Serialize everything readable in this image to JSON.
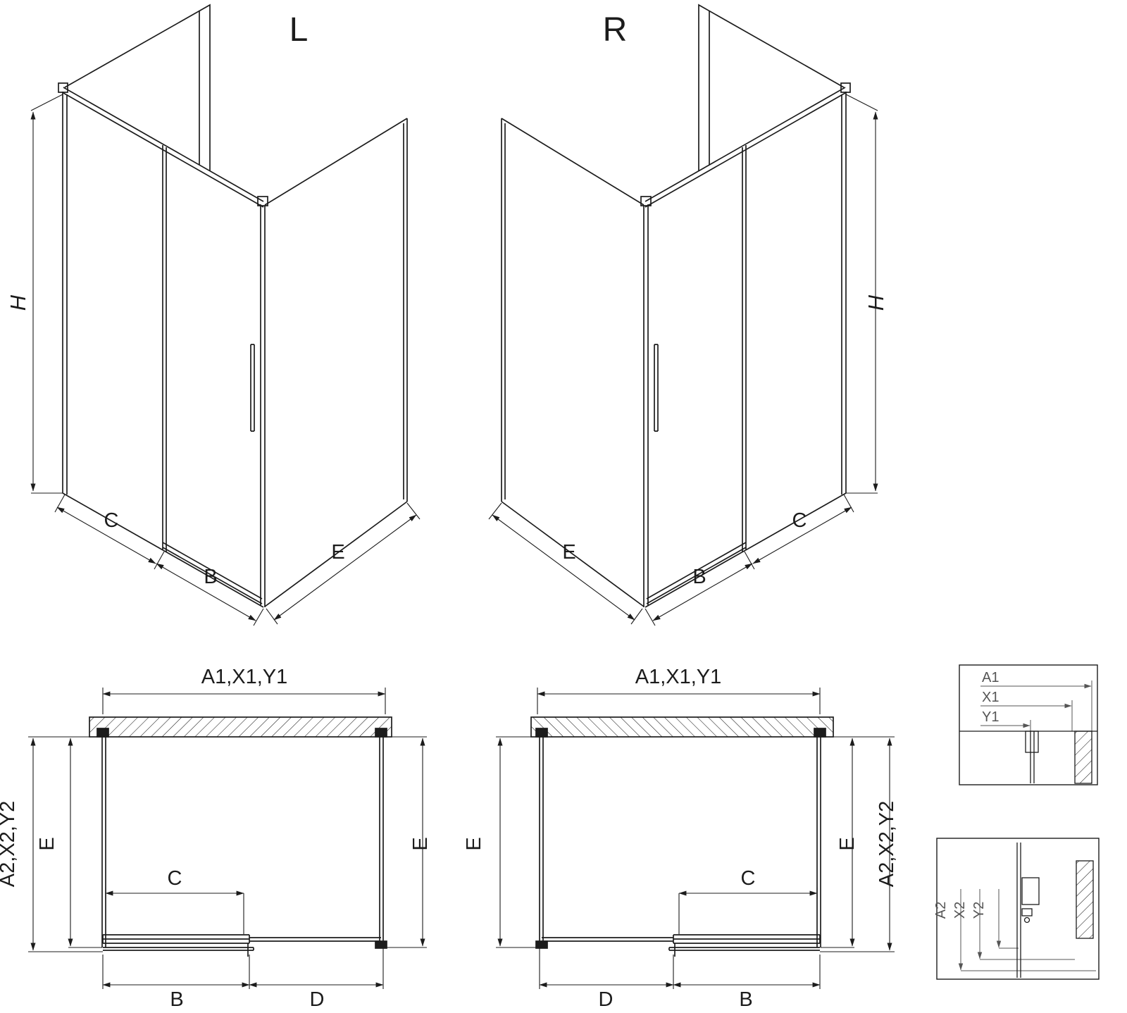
{
  "colors": {
    "line": "#1c1c1c",
    "detail": "#555555",
    "background": "#ffffff"
  },
  "iso_left": {
    "variant_label": "L",
    "dim_height": "H",
    "dim_fixed": "C",
    "dim_door": "B",
    "dim_return": "E"
  },
  "iso_right": {
    "variant_label": "R",
    "dim_height": "H",
    "dim_fixed": "C",
    "dim_door": "B",
    "dim_return": "E"
  },
  "plan_left": {
    "dim_width_top": "A1,X1,Y1",
    "dim_side": "A2,X2,Y2",
    "dim_e_left": "E",
    "dim_e_right": "E",
    "dim_fixed": "C",
    "dim_door": "B",
    "dim_panel": "D"
  },
  "plan_right": {
    "dim_width_top": "A1,X1,Y1",
    "dim_side": "A2,X2,Y2",
    "dim_e_left": "E",
    "dim_e_right": "E",
    "dim_fixed": "C",
    "dim_door": "B",
    "dim_panel": "D"
  },
  "detail_top": {
    "dim_a1": "A1",
    "dim_x1": "X1",
    "dim_y1": "Y1"
  },
  "detail_bottom": {
    "dim_a2": "A2",
    "dim_x2": "X2",
    "dim_y2": "Y2"
  }
}
